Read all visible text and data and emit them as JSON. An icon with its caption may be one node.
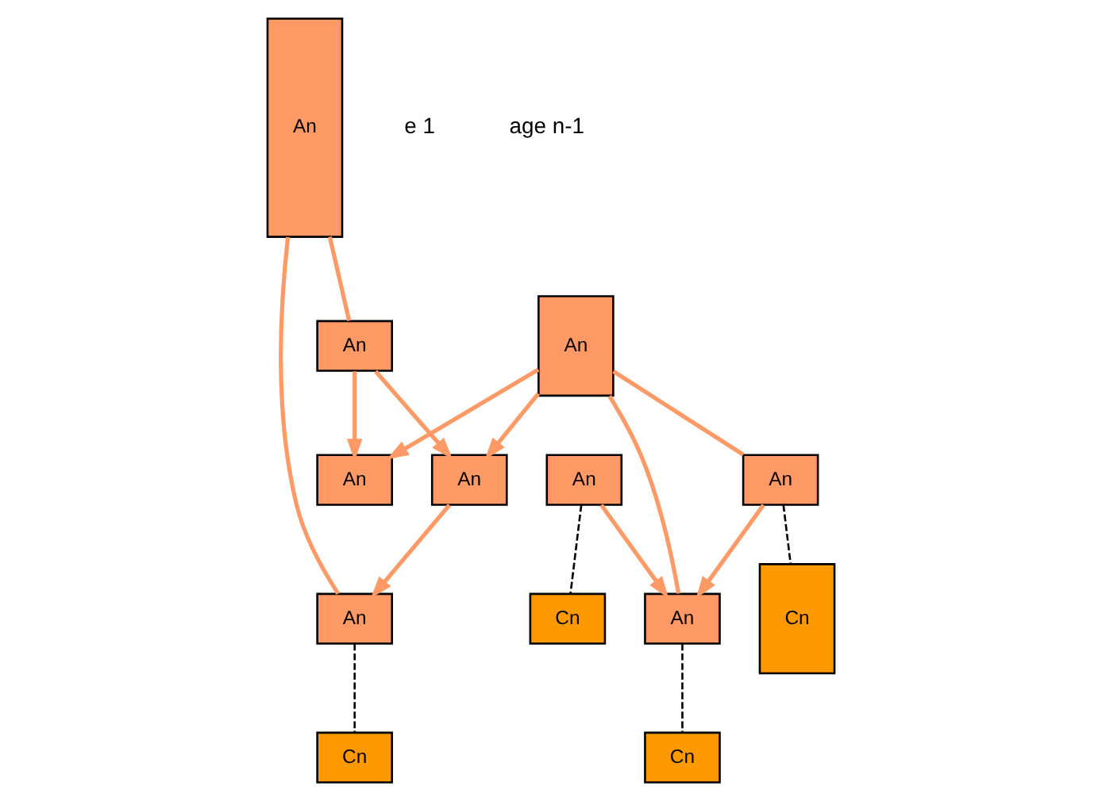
{
  "diagram": {
    "nodes": [
      {
        "text": [
          "An"
        ]
      },
      {
        "text": [
          "An"
        ]
      },
      {
        "text": [
          "An"
        ]
      },
      {
        "text": [
          "An"
        ]
      },
      {
        "text": [
          "An"
        ]
      },
      {
        "text": [
          "An"
        ]
      },
      {
        "text": [
          "An"
        ]
      },
      {
        "text": [
          "An"
        ]
      },
      {
        "text": [
          "An"
        ]
      },
      {
        "text": [
          "Cn"
        ]
      },
      {
        "text": [
          "Cn"
        ]
      },
      {
        "text": [
          "Cn"
        ]
      },
      {
        "text": [
          "Cn"
        ]
      }
    ],
    "edges": [
      {
        "from": 0,
        "to": 1,
        "arrow": "none"
      },
      {
        "from": 0,
        "to": 4,
        "arrow": "none"
      },
      {
        "from": 1,
        "to": 2,
        "arrow": "to"
      },
      {
        "from": 1,
        "to": 3,
        "arrow": "to"
      },
      {
        "from": 5,
        "to": 2,
        "arrow": "to"
      },
      {
        "from": 5,
        "to": 3,
        "arrow": "to"
      },
      {
        "from": 3,
        "to": 4,
        "arrow": "to"
      },
      {
        "from": 5,
        "to": 6,
        "arrow": "none"
      },
      {
        "from": 5,
        "to": 8,
        "arrow": "none"
      },
      {
        "from": 6,
        "to": 8,
        "arrow": "to"
      },
      {
        "from": 7,
        "to": 8,
        "arrow": "to"
      },
      {
        "from": 6,
        "to": 9,
        "arrow": "none",
        "style": "dashed",
        "color": "#000000"
      },
      {
        "from": 7,
        "to": 10,
        "arrow": "none",
        "style": "dashed",
        "color": "#000000"
      },
      {
        "from": 8,
        "to": 11,
        "arrow": "none",
        "style": "dashed",
        "color": "#000000"
      },
      {
        "from": 4,
        "to": 12,
        "arrow": "none",
        "style": "dashed",
        "color": "#000000"
      }
    ],
    "labels": [
      "e 1",
      "age n-1"
    ]
  }
}
